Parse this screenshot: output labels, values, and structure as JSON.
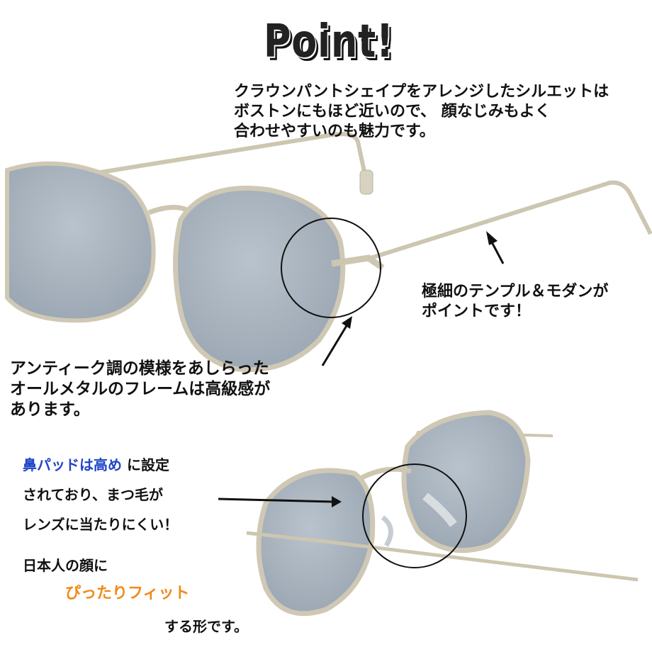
{
  "title": "Point!",
  "point1": {
    "line1": "クラウンパントシェイプをアレンジしたシルエットは",
    "line2": "ボストンにもほど近いので、 顔なじみもよく",
    "line3": "合わせやすいのも魅力です。"
  },
  "point2": {
    "line1": "極細のテンプル＆モダンが",
    "line2": "ポイントです！"
  },
  "point3": {
    "line1": "アンティーク調の模様をあしらった",
    "line2": "オールメタルのフレームは高級感が",
    "line3": "あります。"
  },
  "point4": {
    "highlight": "鼻パッドは高め",
    "rest": " に設定",
    "line2": "されており、まつ毛が",
    "line3": "レンズに当たりにくい！"
  },
  "point5": {
    "line1": "日本人の顔に",
    "highlight": "ぴったりフィット",
    "line3": "する形です。"
  },
  "colors": {
    "lens": "#a9b4bf",
    "frame": "#cfc8b4",
    "accent_blue": "#1f45c6",
    "accent_orange": "#f08a1a"
  }
}
